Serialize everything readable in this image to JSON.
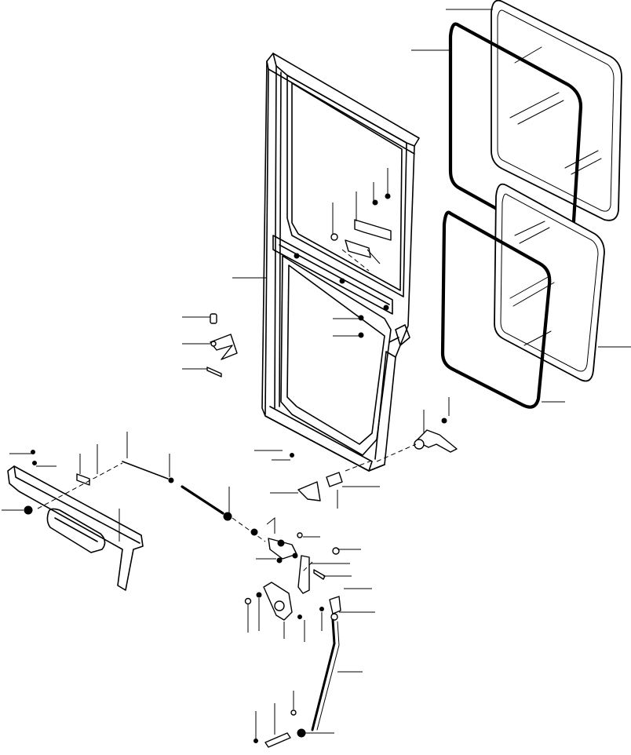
{
  "diagram": {
    "type": "exploded-parts-view",
    "parts": [
      {
        "id": "glass-upper"
      },
      {
        "id": "seal-upper"
      },
      {
        "id": "door-frame"
      },
      {
        "id": "glass-lower"
      },
      {
        "id": "seal-lower"
      },
      {
        "id": "striker-bracket"
      },
      {
        "id": "door-handle"
      },
      {
        "id": "grab-rail"
      },
      {
        "id": "control-rod"
      },
      {
        "id": "latch-assembly"
      },
      {
        "id": "lock-plate"
      },
      {
        "id": "link-rod"
      }
    ],
    "leader_count": 42,
    "labels_printed": false
  }
}
